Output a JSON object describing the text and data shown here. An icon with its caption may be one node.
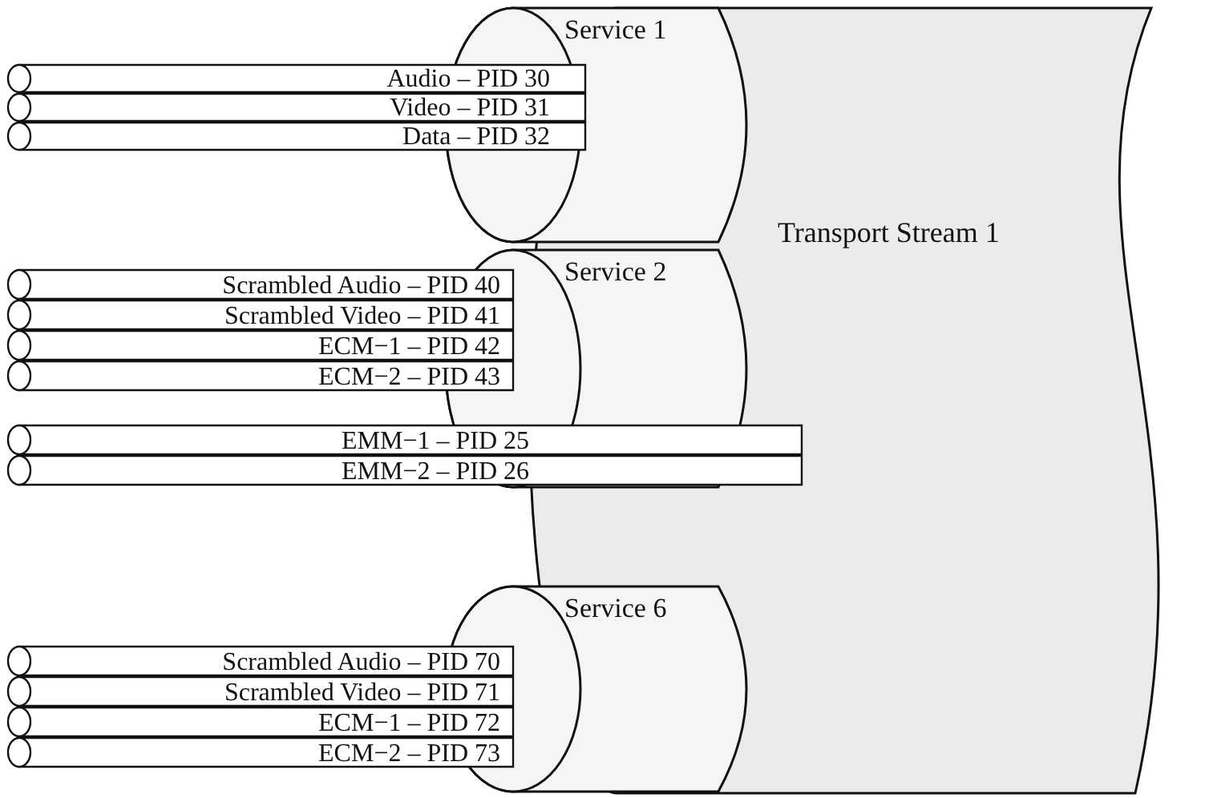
{
  "diagram": {
    "nodes": [
      {
        "text": [
          "Transport Stream 1"
        ]
      },
      {
        "text": [
          "Service 1"
        ]
      },
      {
        "text": [
          "Audio – PID 30"
        ]
      },
      {
        "text": [
          "Video – PID 31"
        ]
      },
      {
        "text": [
          "Data – PID 32"
        ]
      },
      {
        "text": [
          "Service 2"
        ]
      },
      {
        "text": [
          "Scrambled Audio – PID 40"
        ]
      },
      {
        "text": [
          "Scrambled Video – PID 41"
        ]
      },
      {
        "text": [
          "ECM−1 – PID 42"
        ]
      },
      {
        "text": [
          "ECM−2 – PID 43"
        ]
      },
      {
        "text": [
          "EMM−1 – PID 25"
        ]
      },
      {
        "text": [
          "EMM−2 – PID 26"
        ]
      },
      {
        "text": [
          "Service 6"
        ]
      },
      {
        "text": [
          "Scrambled Audio – PID 70"
        ]
      },
      {
        "text": [
          "Scrambled Video – PID 71"
        ]
      },
      {
        "text": [
          "ECM−1 – PID 72"
        ]
      },
      {
        "text": [
          "ECM−2 – PID 73"
        ]
      }
    ]
  }
}
